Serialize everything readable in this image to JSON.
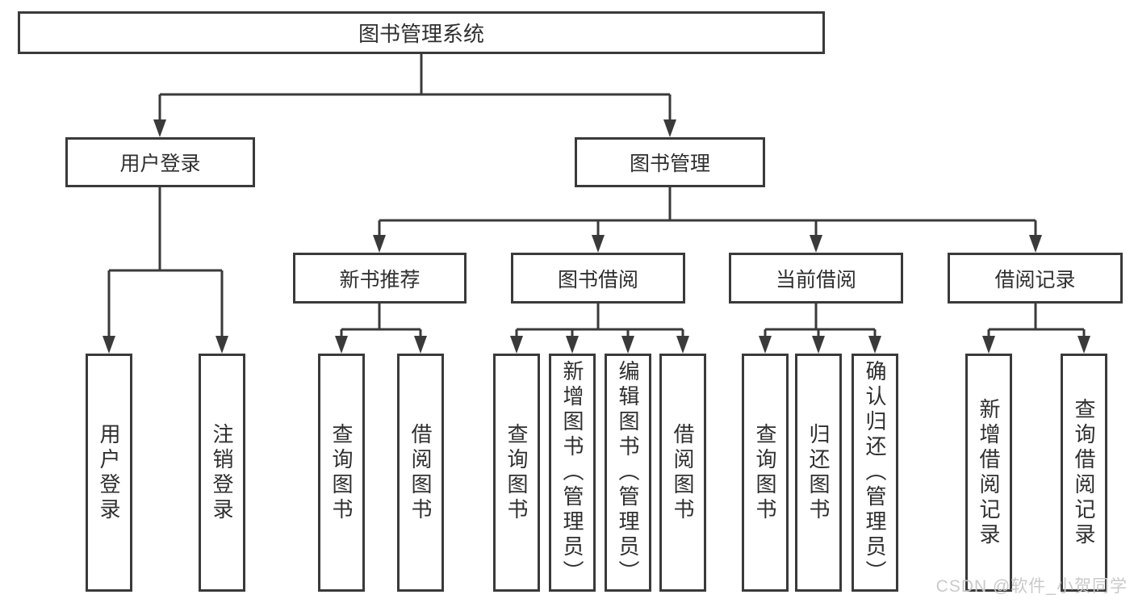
{
  "diagram": {
    "root": {
      "label": "图书管理系统"
    },
    "level1": [
      {
        "label": "用户登录"
      },
      {
        "label": "图书管理"
      }
    ],
    "level2": [
      {
        "label": "新书推荐"
      },
      {
        "label": "图书借阅"
      },
      {
        "label": "当前借阅"
      },
      {
        "label": "借阅记录"
      }
    ],
    "leaves": {
      "user_login": [
        "用户登录",
        "注销登录"
      ],
      "new_books": [
        "查询图书",
        "借阅图书"
      ],
      "book_borrow": [
        "查询图书",
        "新增图书（管理员）",
        "编辑图书（管理员）",
        "借阅图书"
      ],
      "current_borrow": [
        "查询图书",
        "归还图书",
        "确认归还（管理员）"
      ],
      "borrow_records": [
        "新增借阅记录",
        "查询借阅记录"
      ]
    },
    "colors": {
      "line": "#3a3a3a",
      "box_border": "#3a3a3a",
      "text": "#2f2f2f",
      "background": "#ffffff",
      "watermark": "#c9c9c9"
    },
    "watermark": {
      "text": "CSDN @软件_小贺同学"
    }
  }
}
